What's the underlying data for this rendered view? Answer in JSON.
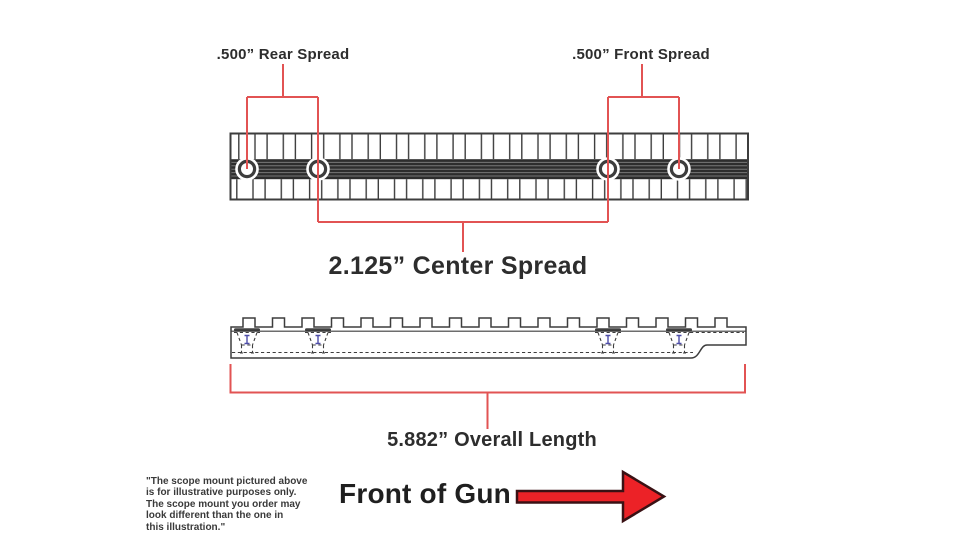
{
  "labels": {
    "rear_spread": ".500” Rear Spread",
    "front_spread": ".500” Front Spread",
    "center_spread": "2.125” Center Spread",
    "overall_length": "5.882” Overall Length",
    "front_of_gun": "Front of Gun",
    "disclaimer_lines": [
      "\"The scope mount pictured above",
      "is for illustrative purposes only.",
      "The scope mount you order may",
      "look different than the one in",
      "this illustration.\""
    ]
  },
  "dimensions": {
    "rear_spread_in": 0.5,
    "front_spread_in": 0.5,
    "center_spread_in": 2.125,
    "overall_length_in": 5.882
  },
  "colors": {
    "dimension_red": "#e25353",
    "arrow_red": "#ec2227",
    "arrow_outline": "#3a1114",
    "line_gray": "#3d3d3d",
    "band_dark": "#2d2d2d",
    "text_dark": "#2d2d2d",
    "screw_blue": "#4d4da8"
  }
}
